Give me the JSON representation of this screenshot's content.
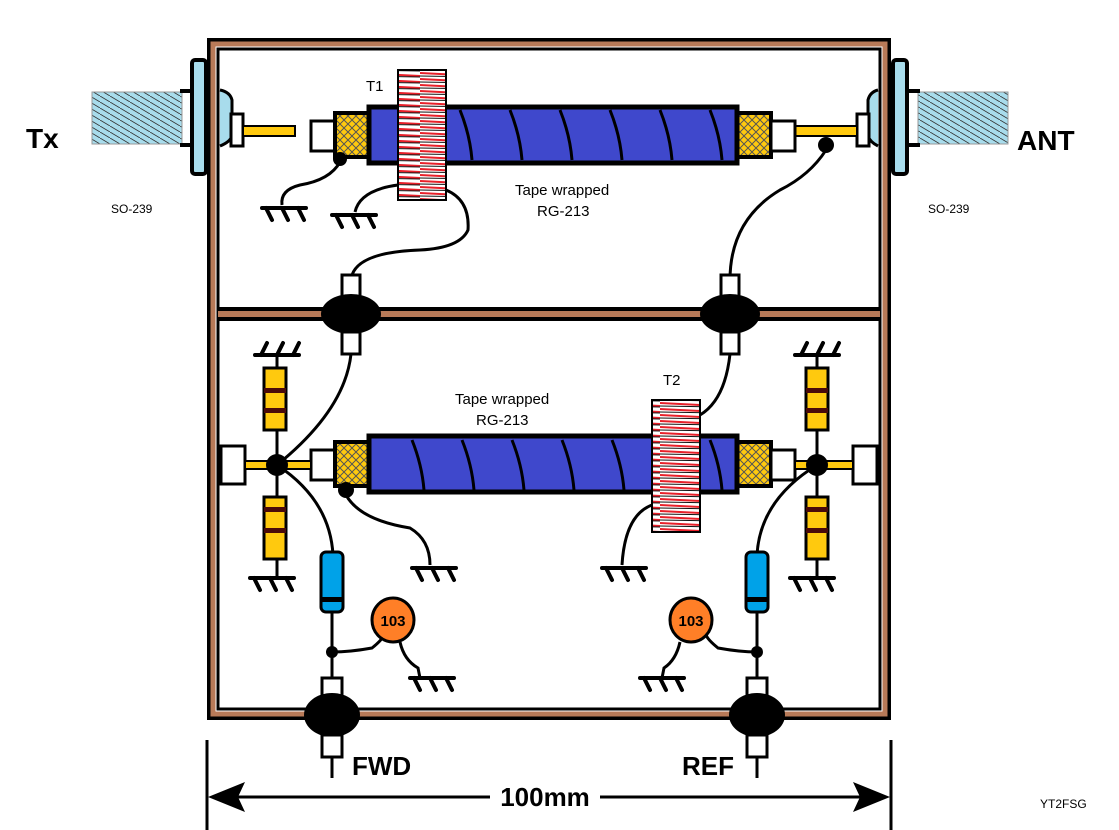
{
  "diagram": {
    "title": "Directional coupler construction (SWR bridge)",
    "labels": {
      "tx": "Tx",
      "ant": "ANT",
      "connector_left": "SO-239",
      "connector_right": "SO-239",
      "t1": "T1",
      "t2": "T2",
      "coax_top_line1": "Tape wrapped",
      "coax_top_line2": "RG-213",
      "coax_bottom_line1": "Tape wrapped",
      "coax_bottom_line2": "RG-213",
      "cap_left": "103",
      "cap_right": "103",
      "fwd": "FWD",
      "ref": "REF",
      "dimension": "100mm",
      "author": "YT2FSG"
    },
    "colors": {
      "enclosure": "#b87a58",
      "connector": "#a8dcec",
      "coax_jacket": "#3f48cc",
      "shield_braid": "#ffc90e",
      "toroid_winding": "#e8202a",
      "resistor": "#ffc90e",
      "resistor_band": "#4a0a0a",
      "diode": "#00a2e8",
      "capacitor": "#ff7f27"
    }
  }
}
